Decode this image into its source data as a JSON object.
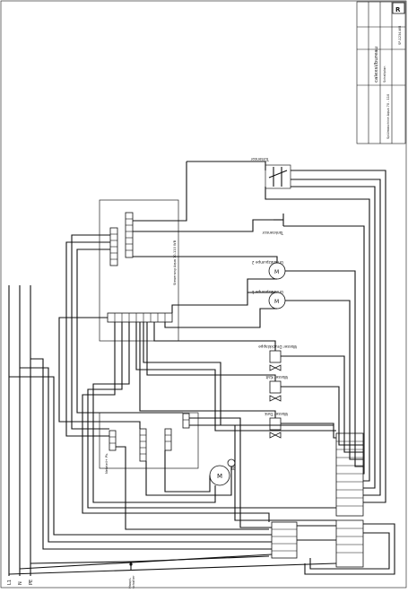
{
  "supply": {
    "l1": "L1",
    "n": "N",
    "pe": "PE"
  },
  "main_switch": "Haupt-\nschalter",
  "components": {
    "tuersensor": "Türsensor",
    "tanksensor": "Tanksensor",
    "pump2": "Umwälzpumpe 2",
    "pump1": "Umwälzpumpe 1",
    "valve_pressure": "Wasser Druckklappe",
    "valve_cold": "Wasser Kalt",
    "valve_tank": "Wasser Tank",
    "pump_label": "M",
    "pe_label": "PE",
    "pump_conn": "M\n1~"
  },
  "modules": {
    "control": "Steuerung Aqua 70-110 WB",
    "power": "Netzteil+ Pk."
  },
  "title_block": {
    "company": "calexsi/bureau",
    "subtitle": "Schaltplan",
    "drawing": "Spülmaschine Aqua 70 - 110",
    "number": "SP-1234-WB",
    "rev": "R"
  }
}
